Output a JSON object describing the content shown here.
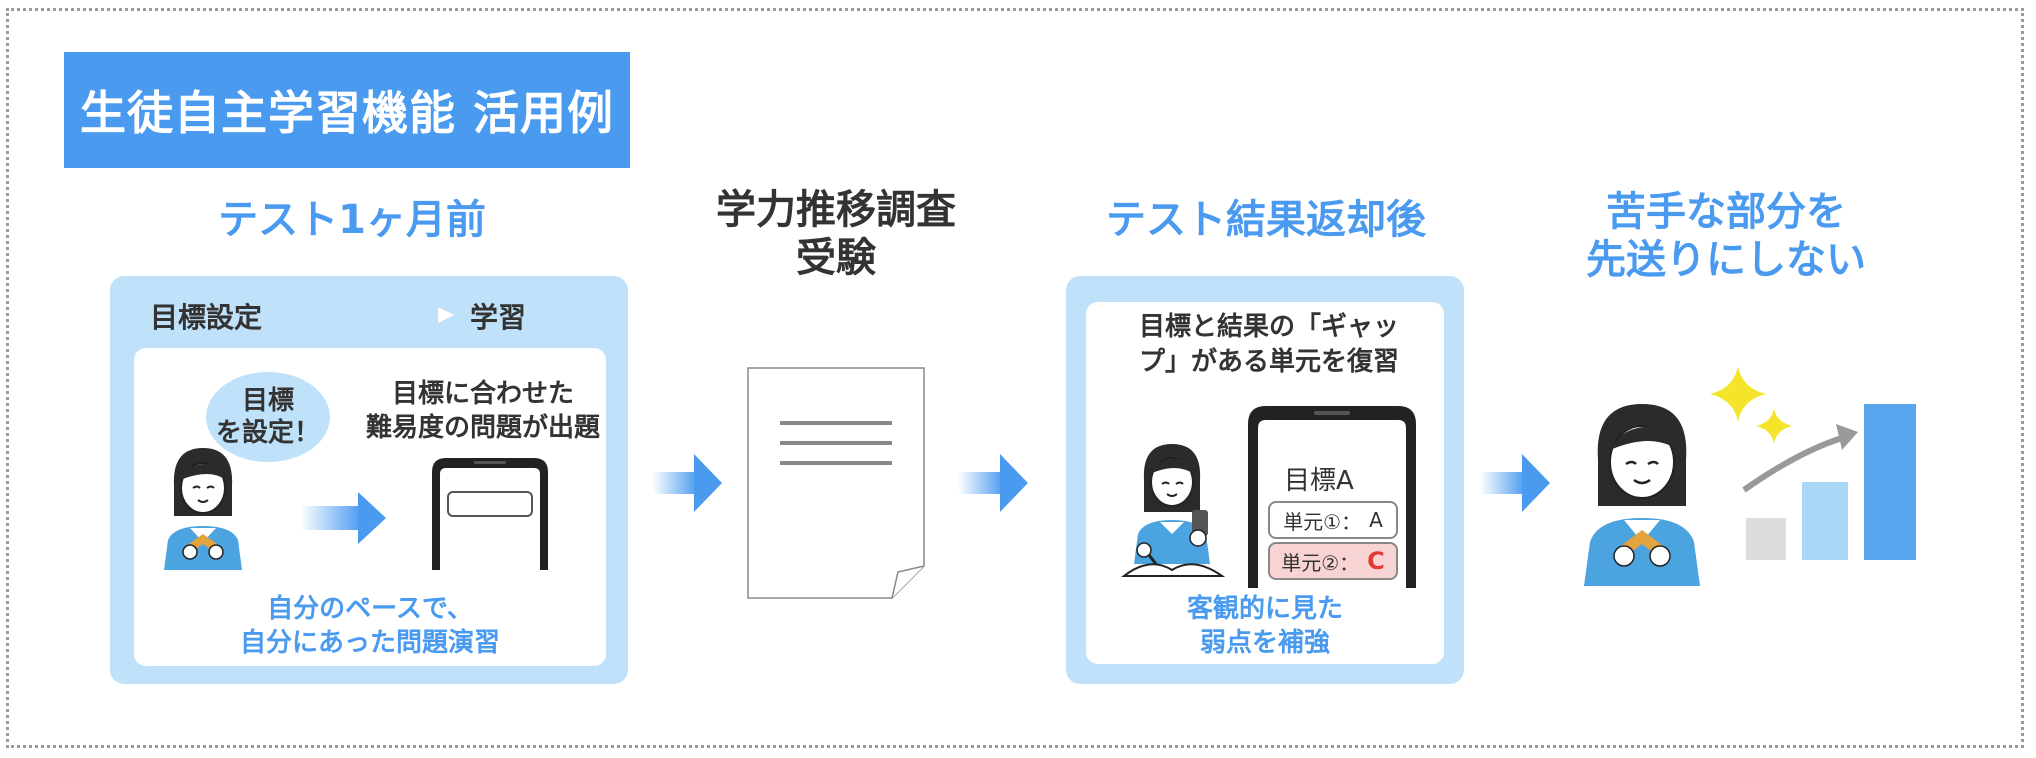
{
  "title": "生徒自主学習機能 活用例",
  "step1": {
    "heading": "テスト1ヶ月前",
    "flow_left": "目標設定",
    "flow_right": "学習",
    "bubble": "目標\nを設定！",
    "phone_caption": "目標に合わせた\n難易度の問題が出題",
    "bottom_caption": "自分のペースで、\n自分にあった問題演習"
  },
  "step2": {
    "heading": "学力推移調査\n受験"
  },
  "step3": {
    "heading": "テスト結果返却後",
    "caption_top": "目標と結果の「ギャップ」がある単元を復習",
    "phone_title": "目標A",
    "unit1_label": "単元①：",
    "unit1_grade": "A",
    "unit2_label": "単元②：",
    "unit2_grade": "C",
    "bottom_caption": "客観的に見た\n弱点を補強"
  },
  "step4": {
    "heading": "苦手な部分を\n先送りにしない"
  },
  "colors": {
    "accent": "#4a9af0",
    "panel": "#bfe2fa",
    "warn_red": "#e53935",
    "bar_gray": "#dcdcdc",
    "bar_light": "#a9d8f7",
    "bar_blue": "#5aa6ee"
  }
}
